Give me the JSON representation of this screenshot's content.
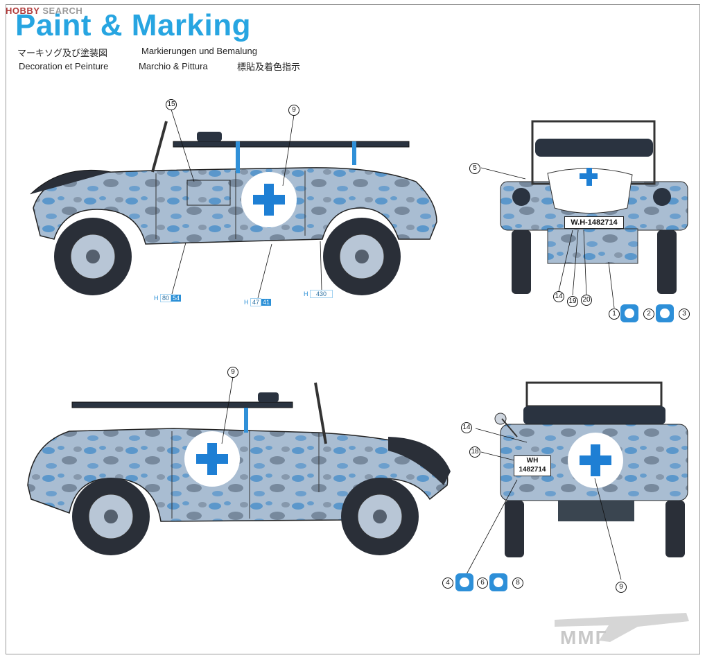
{
  "watermark": {
    "brand": "HOBBY",
    "suffix": "SEARCH"
  },
  "title": "Paint & Marking",
  "subtitles": {
    "ja": "マーキソグ及び塗装図",
    "de": "Markierungen und Bemalung",
    "fr": "Decoration et Peinture",
    "it": "Marchio & Pittura",
    "zh": "標貼及着色指示"
  },
  "callouts": {
    "c15": "15",
    "c9a": "9",
    "c5": "5",
    "c14a": "14",
    "c19": "19",
    "c20": "20",
    "c1": "1",
    "c2": "2",
    "c3": "3",
    "c9b": "9",
    "c14b": "14",
    "c18": "18",
    "c4": "4",
    "c6": "6",
    "c8": "8",
    "c9c": "9"
  },
  "paint_codes": [
    {
      "prefix": "H",
      "a": "80",
      "b": "54"
    },
    {
      "prefix": "H",
      "a": "47",
      "b": "41"
    },
    {
      "prefix": "H",
      "a": "430",
      "b": ""
    }
  ],
  "plates": {
    "front": "W.H-1482714",
    "rear_line1": "WH",
    "rear_line2": "1482714"
  },
  "corner_logo": "ММГ",
  "colors": {
    "title": "#27a5e1",
    "body": "#9fb5cc",
    "camo": "#3a87c8",
    "dark": "#1f2a36",
    "cross": "#1e7fd4"
  }
}
